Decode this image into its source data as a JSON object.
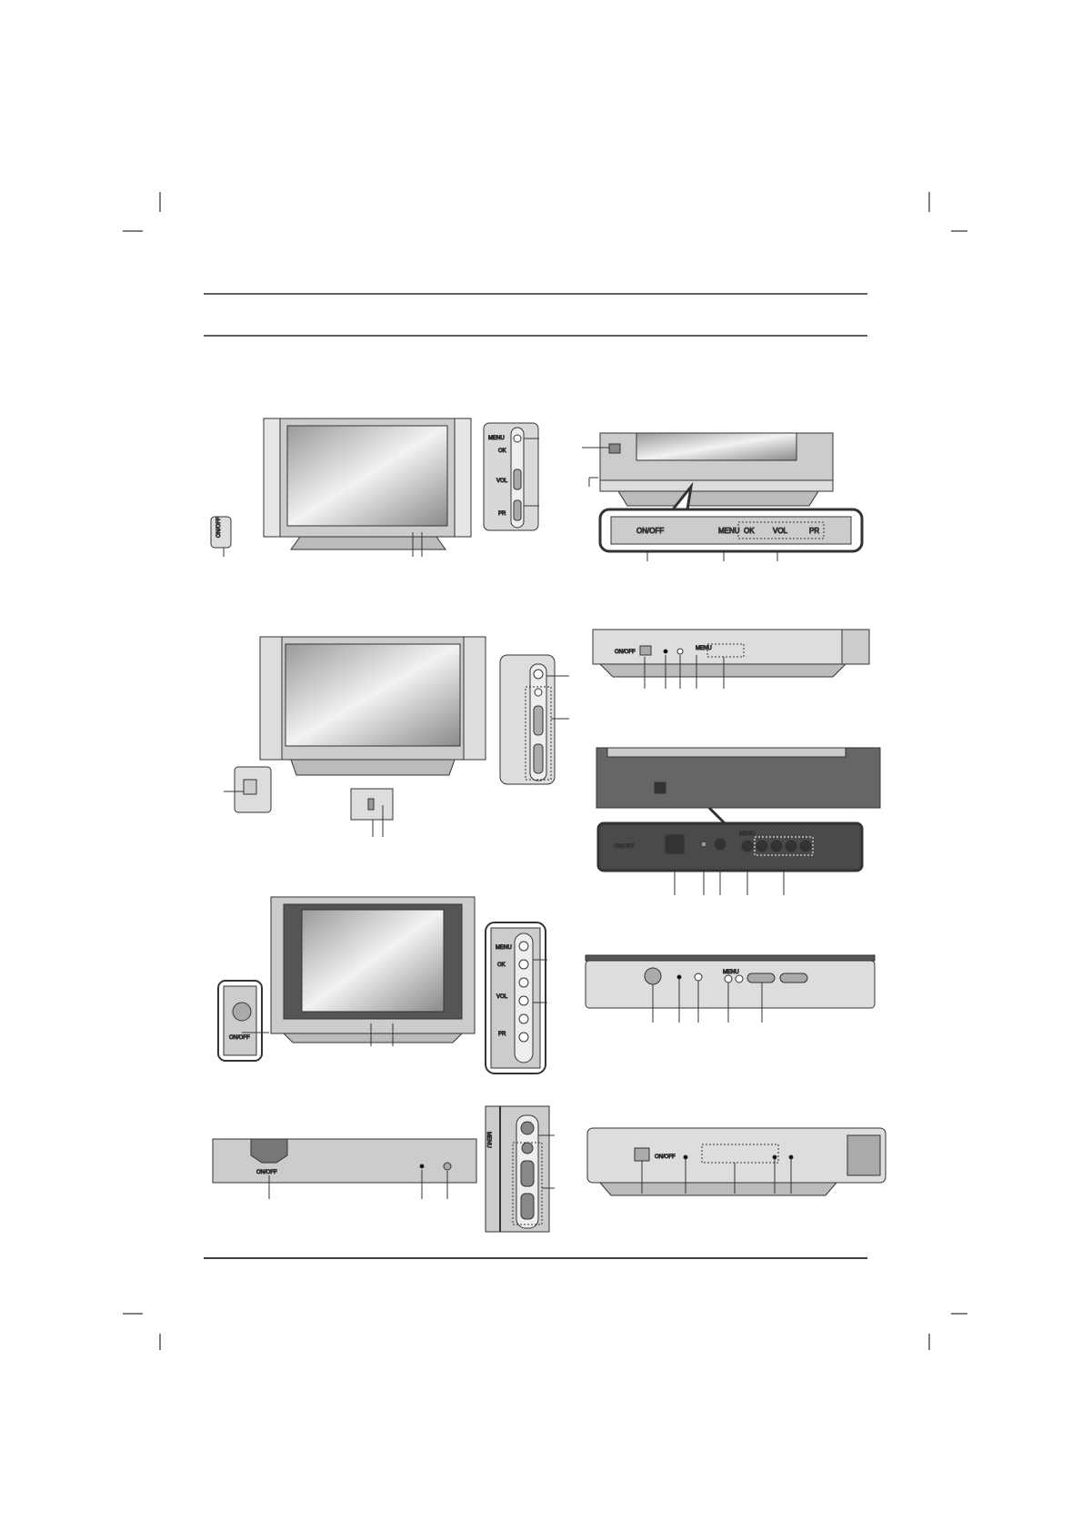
{
  "labels": {
    "menu": "MENU",
    "ok": "OK",
    "vol": "VOL",
    "pr": "PR",
    "on_off": "ON/OFF"
  },
  "colors": {
    "rule": "#000000",
    "body": "#c8c8c8",
    "dark_panel": "#4a4a4a"
  }
}
